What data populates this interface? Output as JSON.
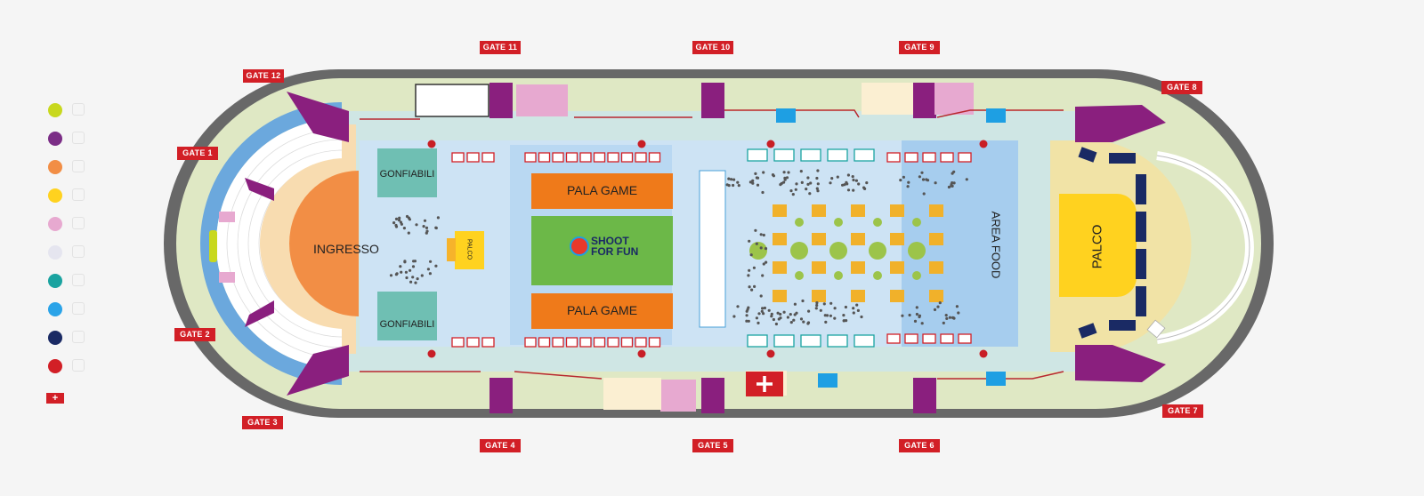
{
  "gates": {
    "g1": "GATE 1",
    "g2": "GATE 2",
    "g3": "GATE 3",
    "g4": "GATE 4",
    "g5": "GATE 5",
    "g6": "GATE 6",
    "g7": "GATE 7",
    "g8": "GATE 8",
    "g9": "GATE 9",
    "g10": "GATE 10",
    "g11": "GATE 11",
    "g12": "GATE 12"
  },
  "areas": {
    "ingresso": "INGRESSO",
    "gonfiabili": "GONFIABILI",
    "palco_small": "PALCO",
    "pala_game": "PALA GAME",
    "area_food": "AREA FOOD",
    "palco_main": "PALCO"
  },
  "logo": {
    "line1": "SHOOT",
    "line2": "FOR FUN"
  },
  "colors": {
    "outer_ring": "#6b6b6b",
    "corridor": "#dfe8c4",
    "purple": "#8a1f7e",
    "arena": "#cfe6e4",
    "hall": "#cde3f4",
    "food": "#a6cdee",
    "ingresso": "#f28e45",
    "orange": "#ef7a1a",
    "field": "#6cb848",
    "stage": "#ffd21f",
    "stage_area": "#f1e3a6",
    "red": "#d21f26",
    "teal": "#1aa3a0",
    "blue": "#1e9fe3",
    "navy": "#1a2a64",
    "lime": "#c8d81e"
  },
  "legend": [
    {
      "color": "#c8d81e",
      "icon": "entrance-icon"
    },
    {
      "color": "#7b2d86",
      "icon": "cloakroom-icon"
    },
    {
      "color": "#f28e45",
      "icon": "box-office-icon"
    },
    {
      "color": "#ffd21f",
      "icon": "info-icon"
    },
    {
      "color": "#e7a9d0",
      "icon": "toilet-icon"
    },
    {
      "color": "#e5e5ef",
      "icon": "accessible-toilet-icon"
    },
    {
      "color": "#1aa3a0",
      "icon": "food-icon"
    },
    {
      "color": "#2aa3e8",
      "icon": "atm-icon"
    },
    {
      "color": "#1a2a64",
      "icon": "elevator-icon"
    },
    {
      "color": "#d21f26",
      "icon": "emergency-icon"
    }
  ]
}
